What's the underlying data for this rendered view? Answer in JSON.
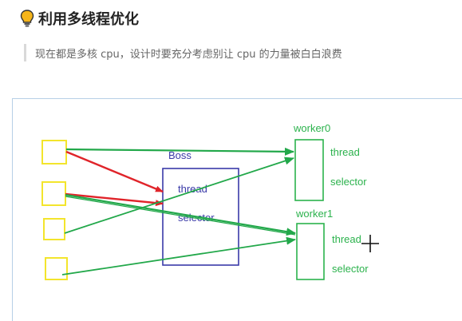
{
  "section": {
    "icon": "lightbulb-icon",
    "title": "利用多线程优化",
    "quote": "现在都是多核 cpu，设计时要充分考虑别让 cpu 的力量被白白浪费"
  },
  "diagram": {
    "boss": {
      "label": "Boss",
      "thread": "thread",
      "selector": "selector"
    },
    "workers": [
      {
        "label": "worker0",
        "thread": "thread",
        "selector": "selector"
      },
      {
        "label": "worker1",
        "thread": "thread",
        "selector": "selector"
      }
    ],
    "clients": 4,
    "colors": {
      "client": "#f3e52c",
      "boss": "#3a3aa8",
      "worker": "#2bb24c",
      "red_arrow": "#e0242a",
      "green_arrow": "#22a84a"
    }
  }
}
